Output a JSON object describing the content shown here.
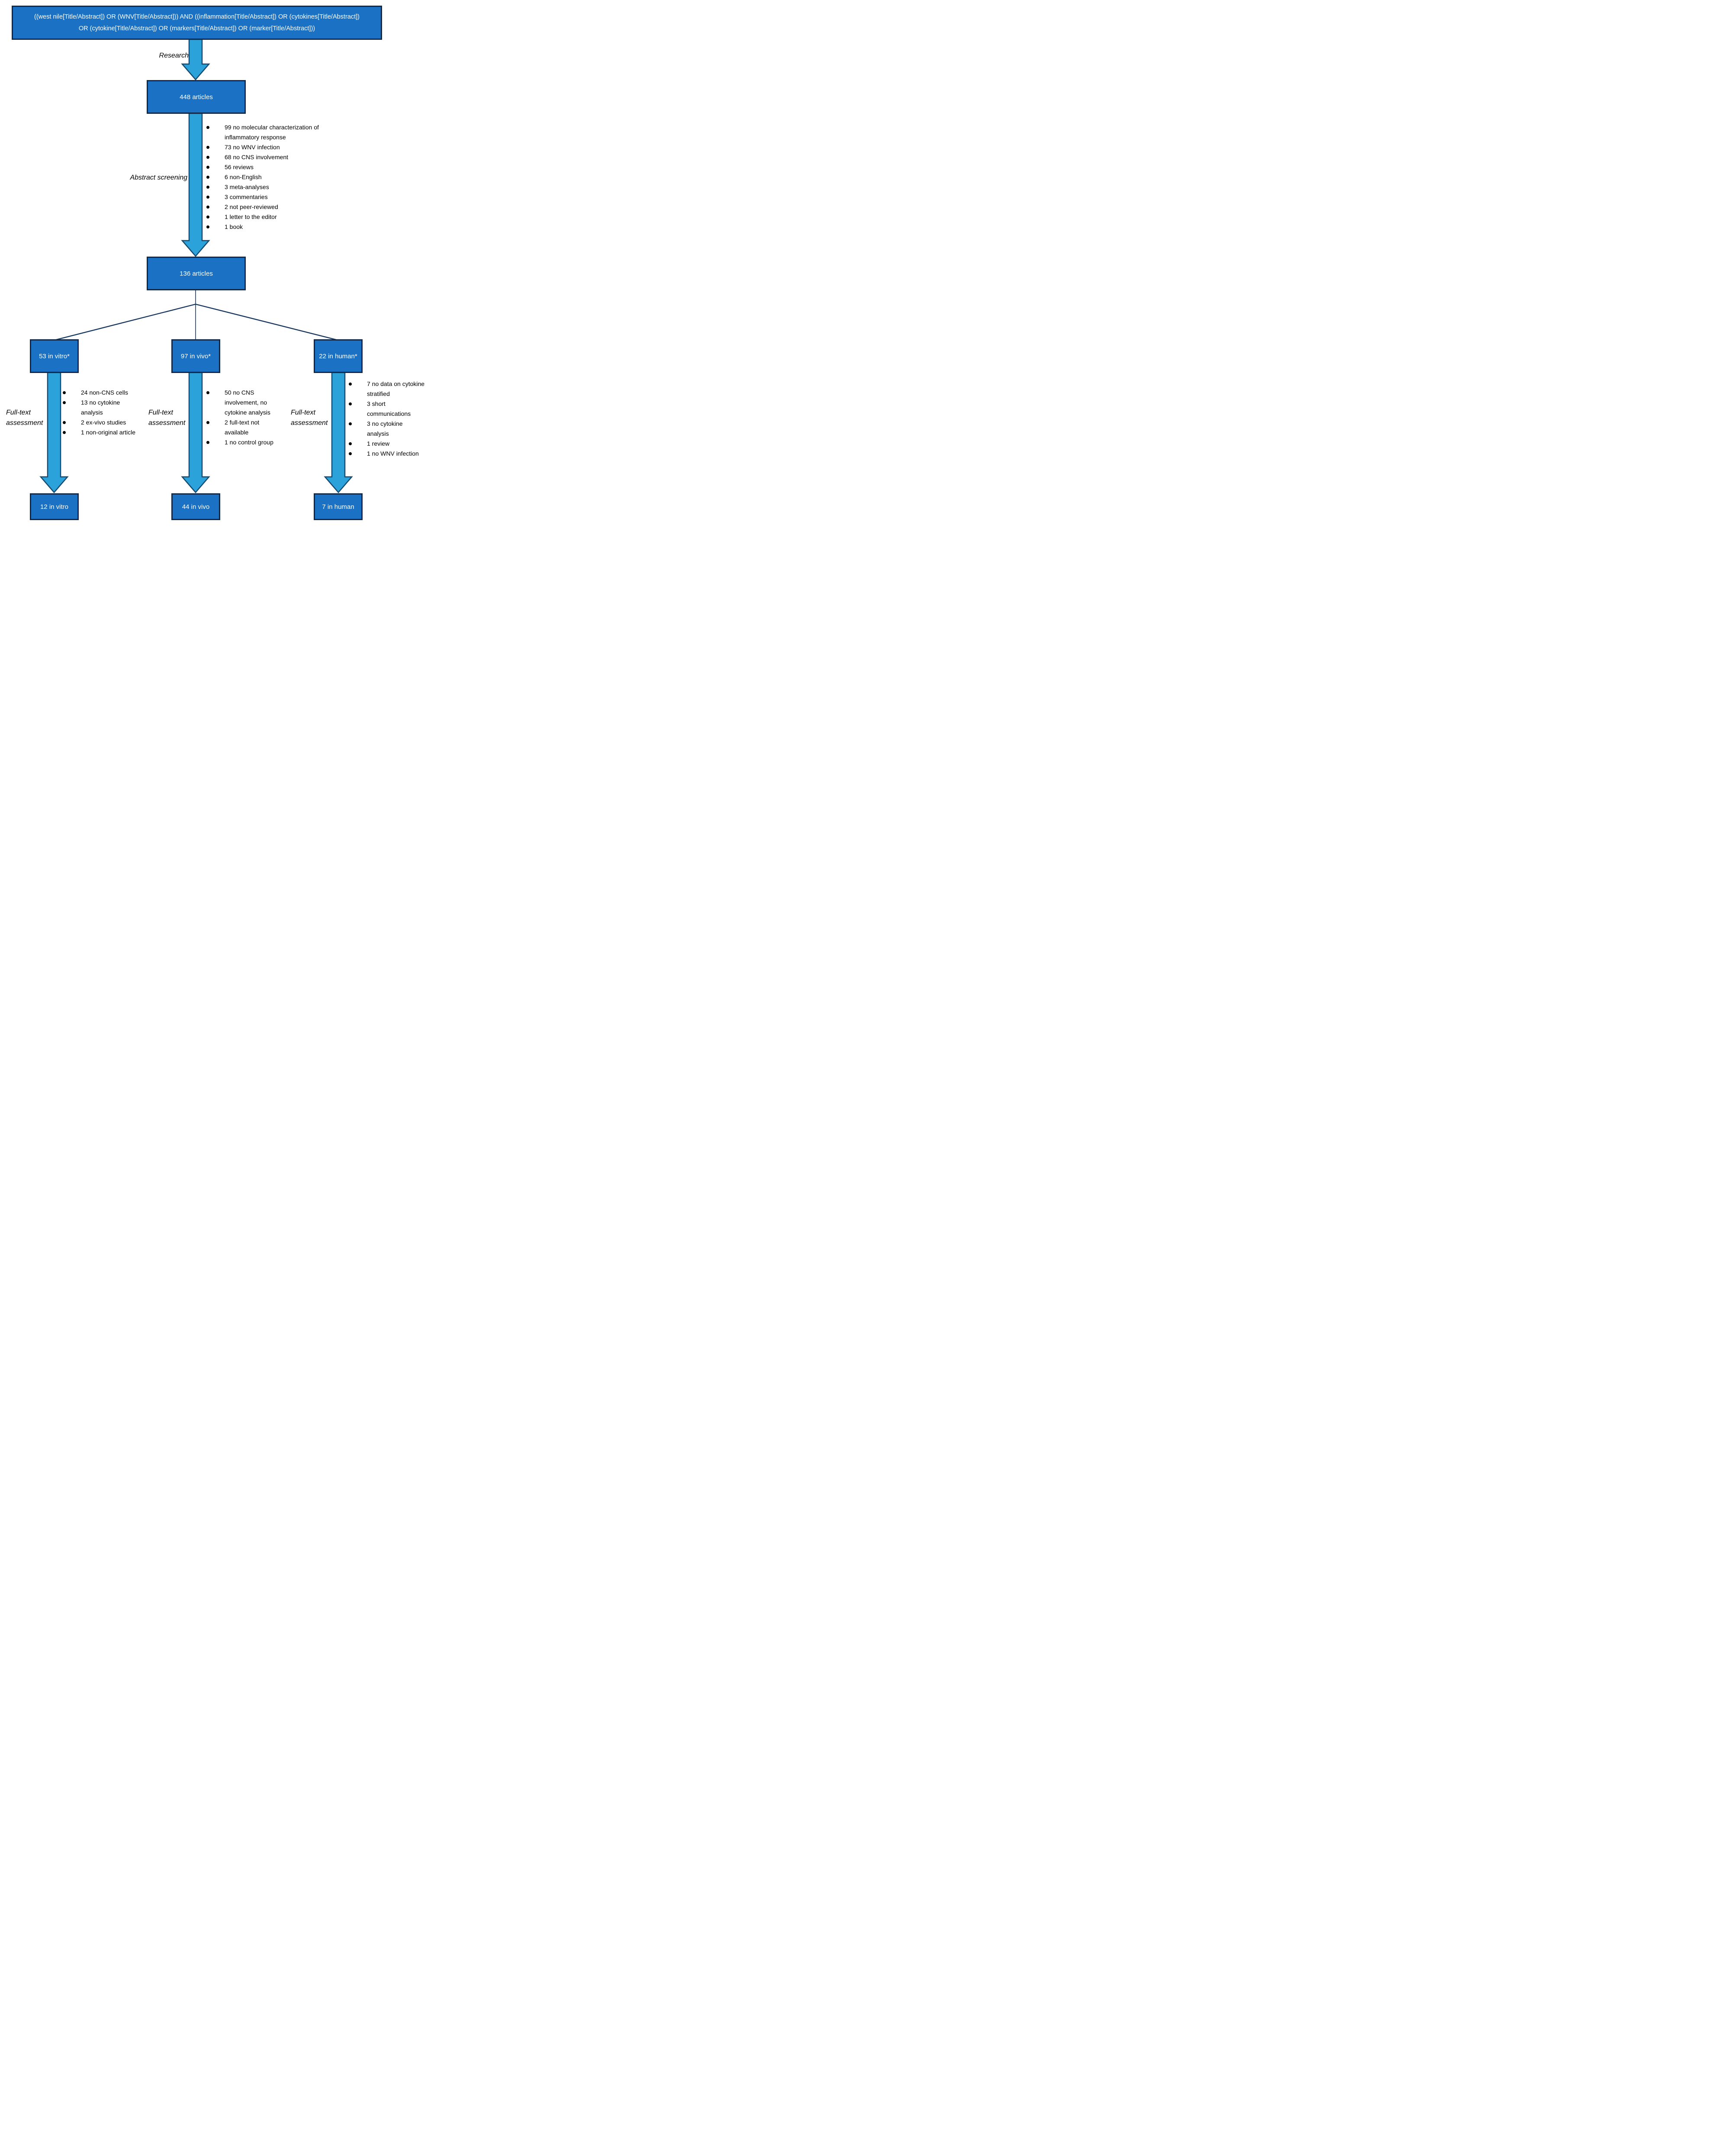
{
  "colors": {
    "box_fill": "#1b72c4",
    "box_border": "#13294a",
    "arrow_fill": "#2ca2db",
    "arrow_border": "#144a70",
    "line": "#17375e",
    "text_light": "#ffffff",
    "text_dark": "#000000"
  },
  "query_box": {
    "text": "((west nile[Title/Abstract]) OR (WNV[Title/Abstract])) AND ((inflammation[Title/Abstract]) OR (cytokines[Title/Abstract]) OR (cytokine[Title/Abstract]) OR (markers[Title/Abstract]) OR (marker[Title/Abstract]))"
  },
  "research": {
    "label": "Research",
    "result_box": "448 articles"
  },
  "abstract_screening": {
    "label": "Abstract screening",
    "exclusions": [
      "99 no molecular characterization of inflammatory response",
      "73 no WNV infection",
      "68 no CNS involvement",
      "56 reviews",
      "6 non-English",
      "3 meta-analyses",
      "3 commentaries",
      "2 not peer-reviewed",
      "1 letter to the editor",
      "1 book"
    ],
    "result_box": "136 articles"
  },
  "branches": [
    {
      "box": "53 in vitro*",
      "stage_label": "Full-text assessment",
      "exclusions": [
        "24 non-CNS cells",
        "13 no cytokine analysis",
        "2 ex-vivo studies",
        "1 non-original article"
      ],
      "result_box": "12 in vitro"
    },
    {
      "box": "97 in vivo*",
      "stage_label": "Full-text assessment",
      "exclusions": [
        "50 no CNS involvement, no cytokine analysis",
        "2 full-text not available",
        "1 no control group"
      ],
      "result_box": "44 in vivo"
    },
    {
      "box": "22 in human*",
      "stage_label": "Full-text assessment",
      "exclusions": [
        "7 no data on cytokine stratified",
        "3 short communications",
        "3 no cytokine analysis",
        "1 review",
        "1 no WNV infection"
      ],
      "result_box": "7 in human"
    }
  ]
}
